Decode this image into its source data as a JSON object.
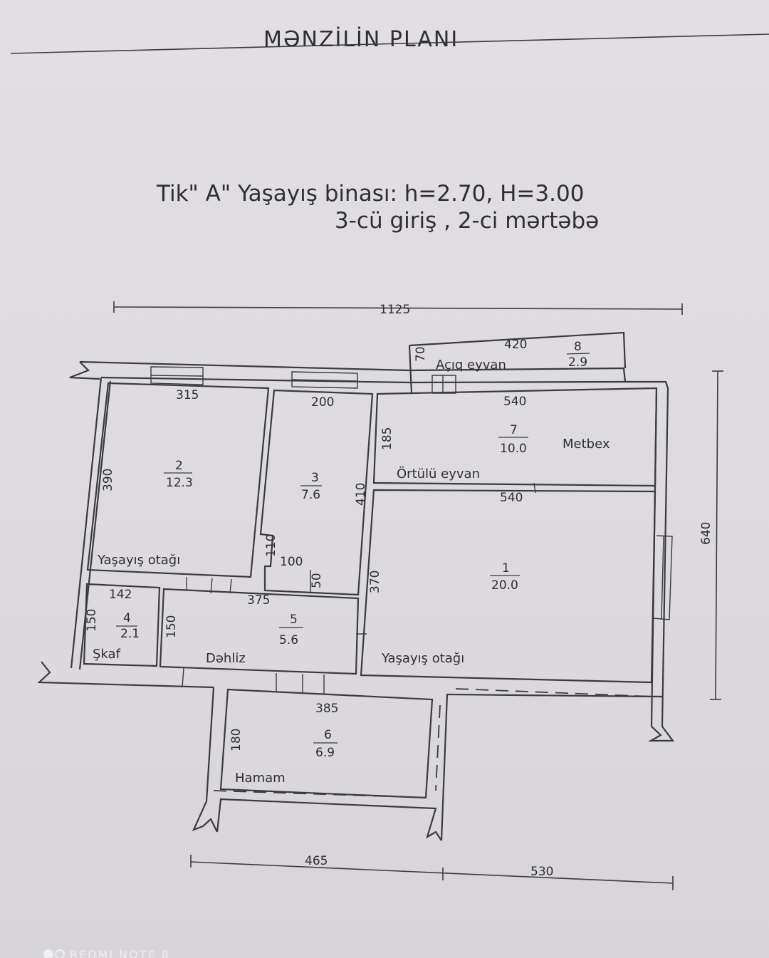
{
  "title": "MƏNZİLİN PLANI",
  "header": {
    "line1": "Tik\" A\" Yaşayış binası:  h=2.70, H=3.00",
    "line2": "3-cü giriş ,  2-ci mərtəbə"
  },
  "dimensions": {
    "overall_width": "1125",
    "overall_depth": "640",
    "bottom_left": "465",
    "bottom_right": "530",
    "balcony_width": "420",
    "balcony_depth": "70",
    "room2_width": "315",
    "room2_depth": "390",
    "room3_width": "200",
    "room3_depth": "410",
    "room3_notch_depth": "110",
    "room3_notch_width": "100",
    "room3_small": "50",
    "kitchen_width": "540",
    "kitchen_depth": "185",
    "room1_width": "540",
    "room1_depth": "370",
    "closet_width": "142",
    "closet_depth": "150",
    "hall_depth": "150",
    "hall_width": "375",
    "bath_width": "385",
    "bath_depth": "180"
  },
  "rooms": [
    {
      "number": "1",
      "area": "20.0",
      "name": "Yaşayış otağı"
    },
    {
      "number": "2",
      "area": "12.3",
      "name": "Yaşayış otağı"
    },
    {
      "number": "3",
      "area": "7.6",
      "name": ""
    },
    {
      "number": "4",
      "area": "2.1",
      "name": "Şkaf"
    },
    {
      "number": "5",
      "area": "5.6",
      "name": "Dəhliz"
    },
    {
      "number": "6",
      "area": "6.9",
      "name": "Hamam"
    },
    {
      "number": "7",
      "area": "10.0",
      "name": "Metbex"
    },
    {
      "number": "8",
      "area": "2.9",
      "name": "Açıq eyvan"
    }
  ],
  "labels": {
    "covered_balcony": "Örtülü eyvan"
  },
  "watermark": "REDMI NOTE 8"
}
